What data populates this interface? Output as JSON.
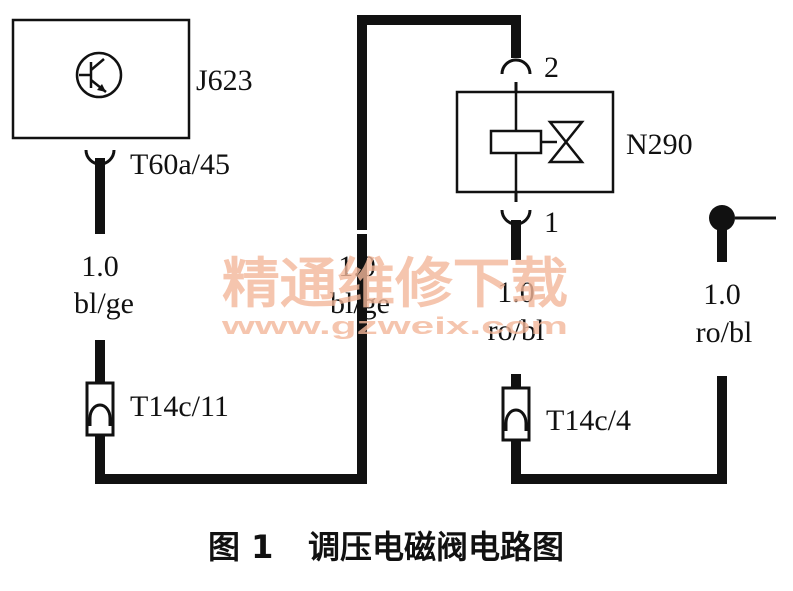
{
  "components": {
    "ecu": {
      "label": "J623"
    },
    "valve": {
      "label": "N290",
      "pin_top": "2",
      "pin_bottom": "1"
    }
  },
  "connectors": {
    "ecu_pin": "T60a/45",
    "left_inline": "T14c/11",
    "right_inline": "T14c/4"
  },
  "wires": {
    "left": {
      "gauge": "1.0",
      "color": "bl/ge"
    },
    "middle": {
      "gauge": "1.0",
      "color": "bl/ge"
    },
    "valve_lead": {
      "gauge": "1.0",
      "color": "ro/bl"
    },
    "right": {
      "gauge": "1.0",
      "color": "ro/bl"
    }
  },
  "watermark": {
    "text": "精通维修下载",
    "url": "www.gzweix.com",
    "color": "#f2b79a"
  },
  "caption": {
    "number": "图 1",
    "title": "调压电磁阀电路图"
  },
  "colors": {
    "ink": "#111111",
    "watermark": "#f2b79a"
  }
}
